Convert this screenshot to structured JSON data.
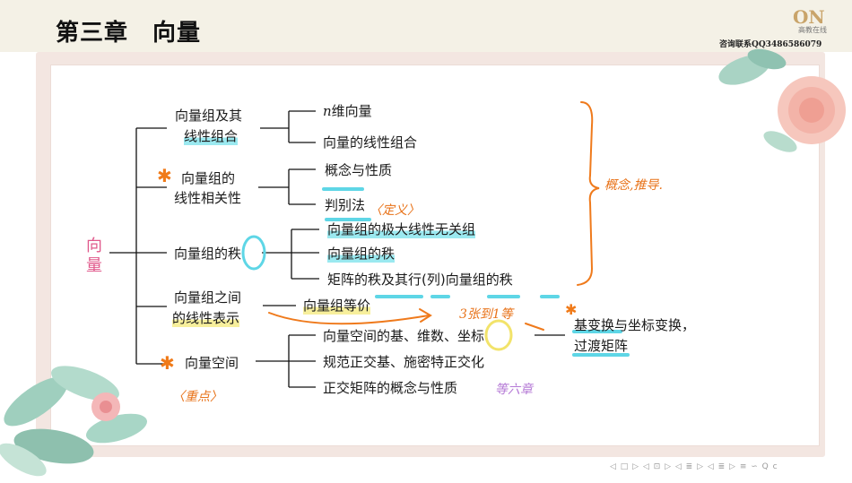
{
  "header": {
    "title": "第三章　向量",
    "logo_text": "高教在线",
    "contact": "咨询联系QQ3486586079"
  },
  "mindmap": {
    "root": "向\n量",
    "branches": [
      {
        "label_l1": "向量组及其",
        "label_l2": "线性组合",
        "children": [
          "维向量",
          "向量的线性组合"
        ],
        "child0_prefix": "n"
      },
      {
        "label_l1": "向量组的",
        "label_l2": "线性相关性",
        "children": [
          "概念与性质",
          "判别法"
        ]
      },
      {
        "label": "向量组的秩",
        "children": [
          "向量组的极大线性无关组",
          "向量组的秩",
          "矩阵的秩及其行(列)向量组的秩"
        ]
      },
      {
        "label_l1": "向量组之间",
        "label_l2": "的线性表示",
        "children": [
          "向量组等价"
        ]
      },
      {
        "label": "向量空间",
        "children": [
          "向量空间的基、维数、坐标",
          "规范正交基、施密特正交化",
          "正交矩阵的概念与性质"
        ]
      }
    ],
    "side_note_l1": "基变换与坐标变换，",
    "side_note_l2": "过渡矩阵"
  },
  "annotations": {
    "brace_note": "概念,推导.",
    "definition1": "〈定义〉",
    "definition2": "〈重点〉",
    "arrow_note": "3张到1等",
    "chapter_note": "等六章"
  },
  "pagenav": {
    "controls": "◁ □ ▷ ◁ ⊡ ▷ ◁ ≣ ▷ ◁ ≣ ▷   ≡   ∽ Q ᴄ"
  },
  "colors": {
    "highlight_cyan": "#9be9f0",
    "highlight_yellow": "#f7ef9c",
    "annotation_orange": "#e8731a",
    "root_pink": "#e0588b"
  }
}
